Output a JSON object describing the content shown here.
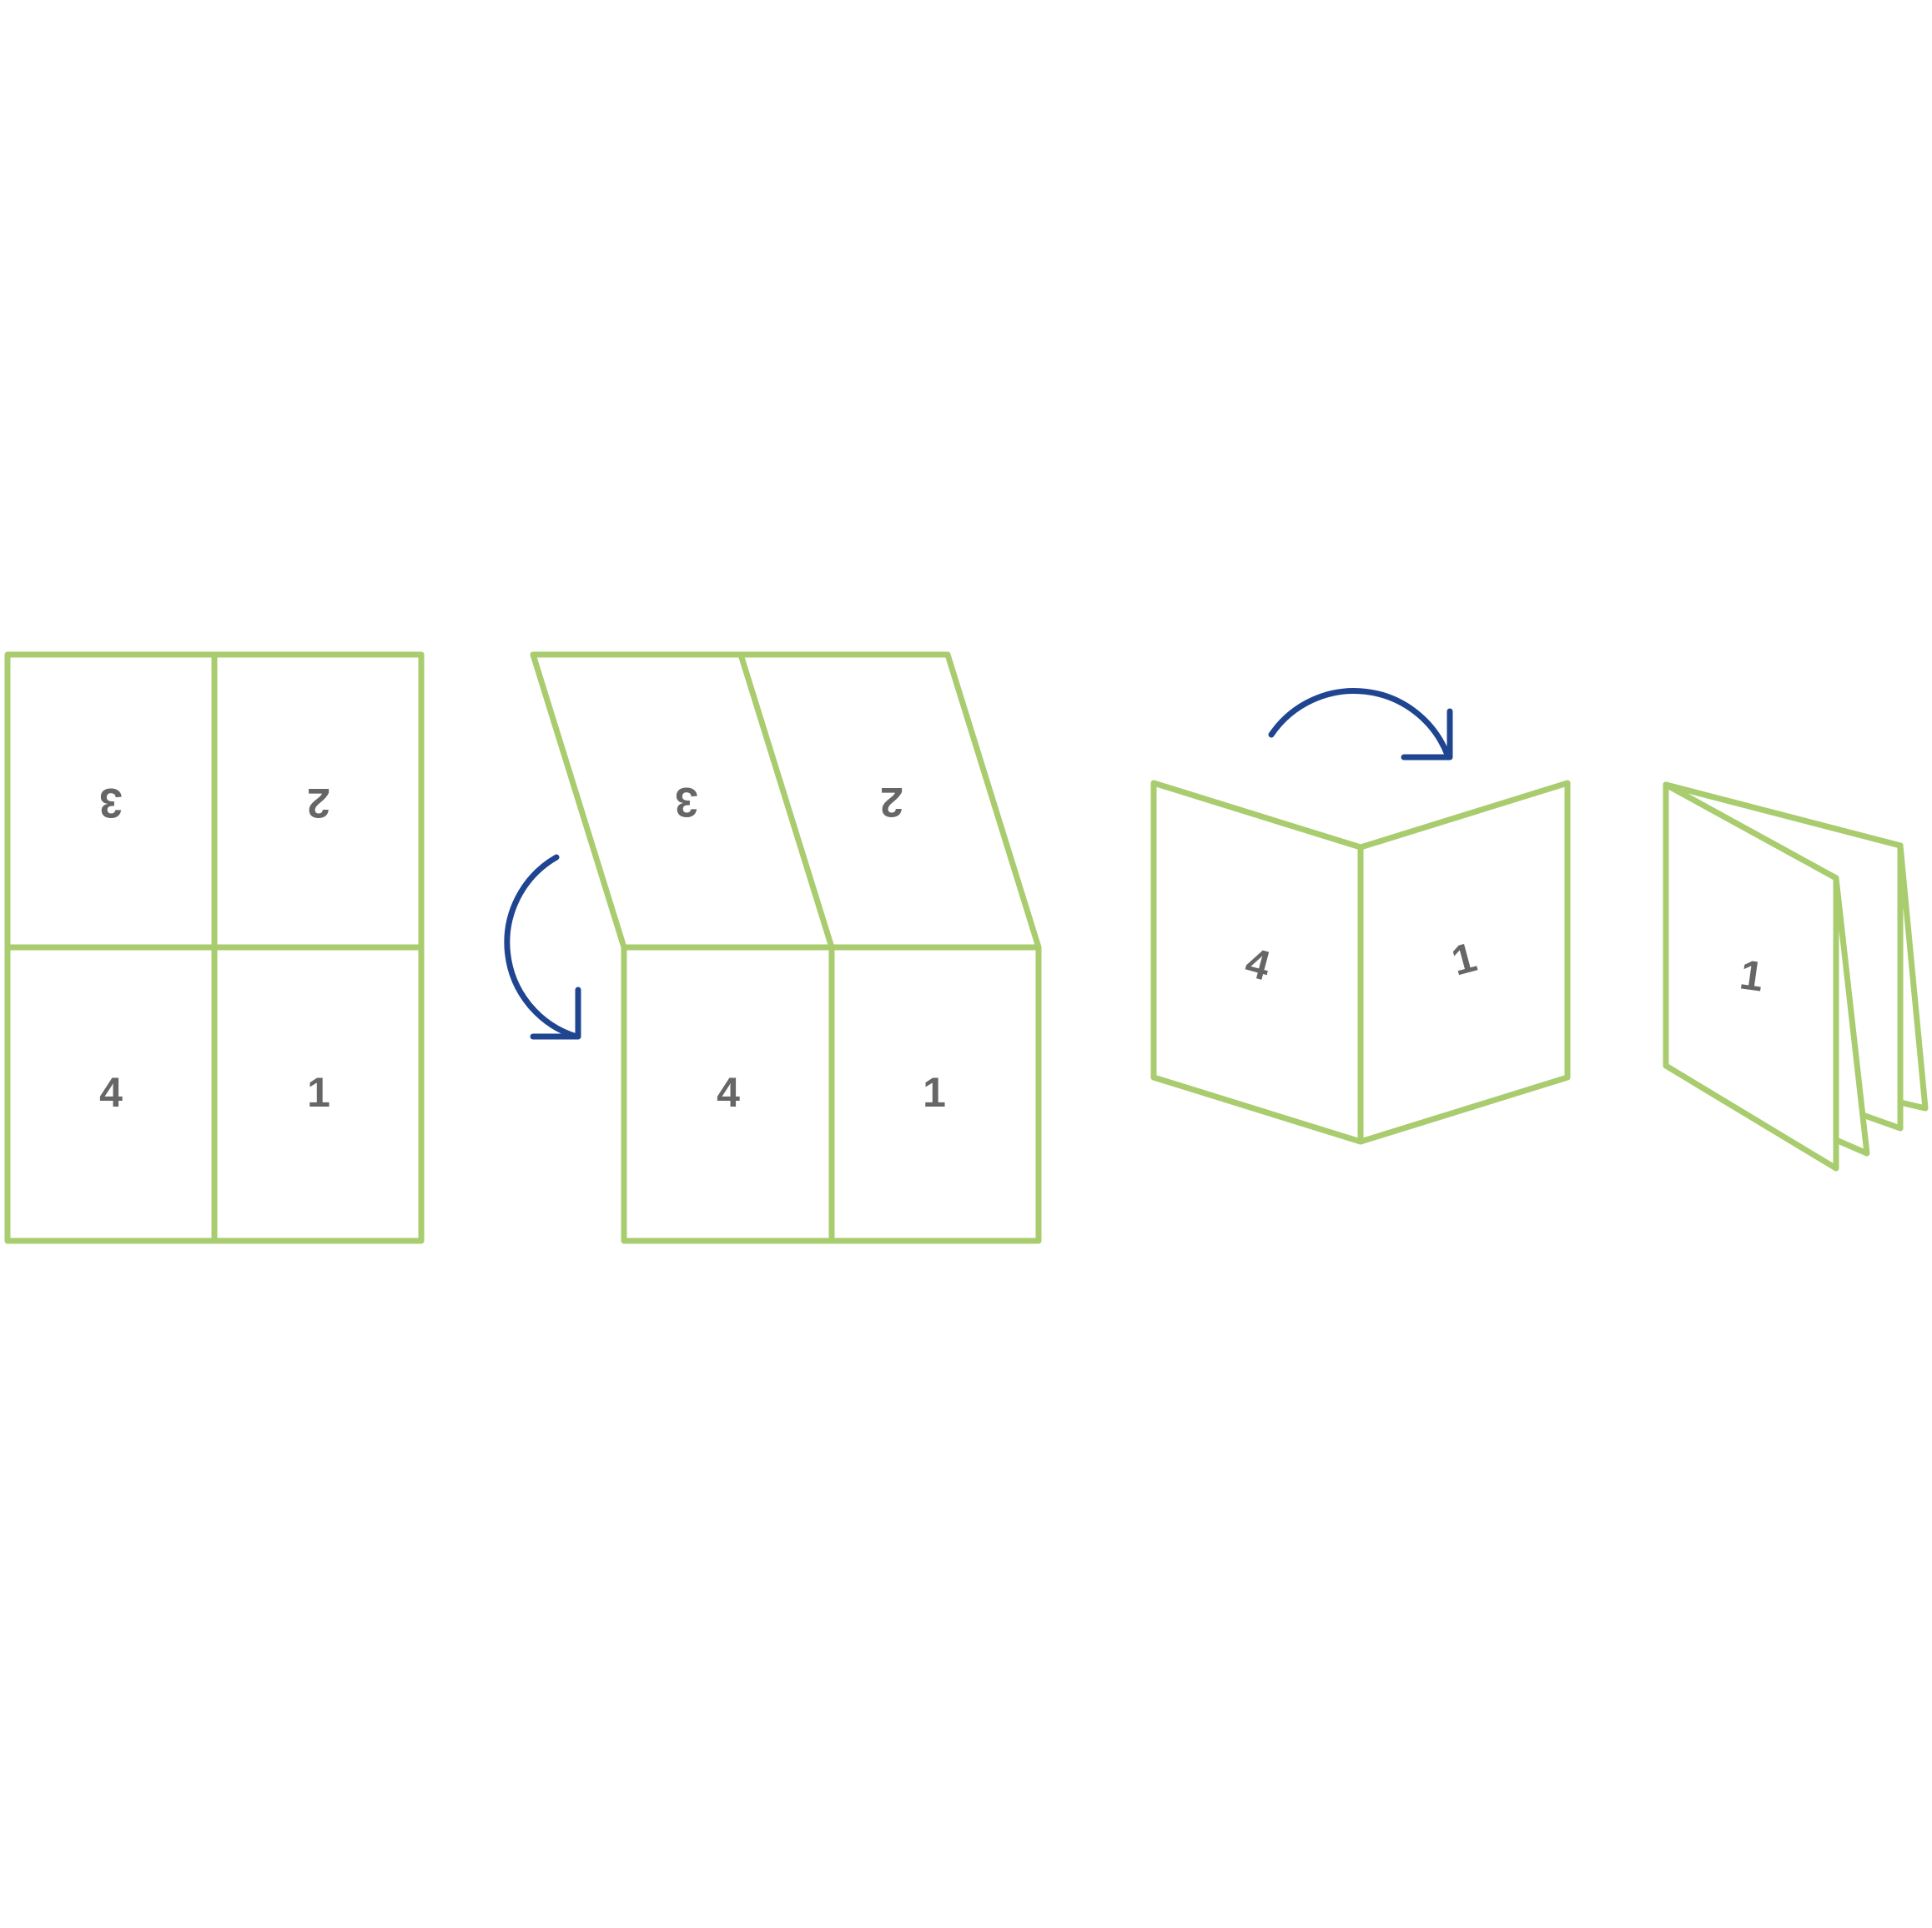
{
  "colors": {
    "page_outline": "#a8cc6e",
    "arrow": "#1f4591",
    "page_number": "#666666",
    "background": "#ffffff"
  },
  "icons": [
    "fold-down-arrow-icon",
    "fold-over-arrow-icon"
  ],
  "steps": [
    {
      "name": "flat-sheet",
      "pages": {
        "top_left": "3",
        "top_right": "2",
        "bottom_left": "4",
        "bottom_right": "1"
      },
      "upside_down": [
        "top_left",
        "top_right"
      ]
    },
    {
      "name": "fold-top-half-down",
      "pages": {
        "top_left": "3",
        "top_right": "2",
        "bottom_left": "4",
        "bottom_right": "1"
      }
    },
    {
      "name": "fold-in-half",
      "pages": {
        "left": "4",
        "right": "1"
      }
    },
    {
      "name": "finished-booklet",
      "pages": {
        "front": "1"
      }
    }
  ]
}
